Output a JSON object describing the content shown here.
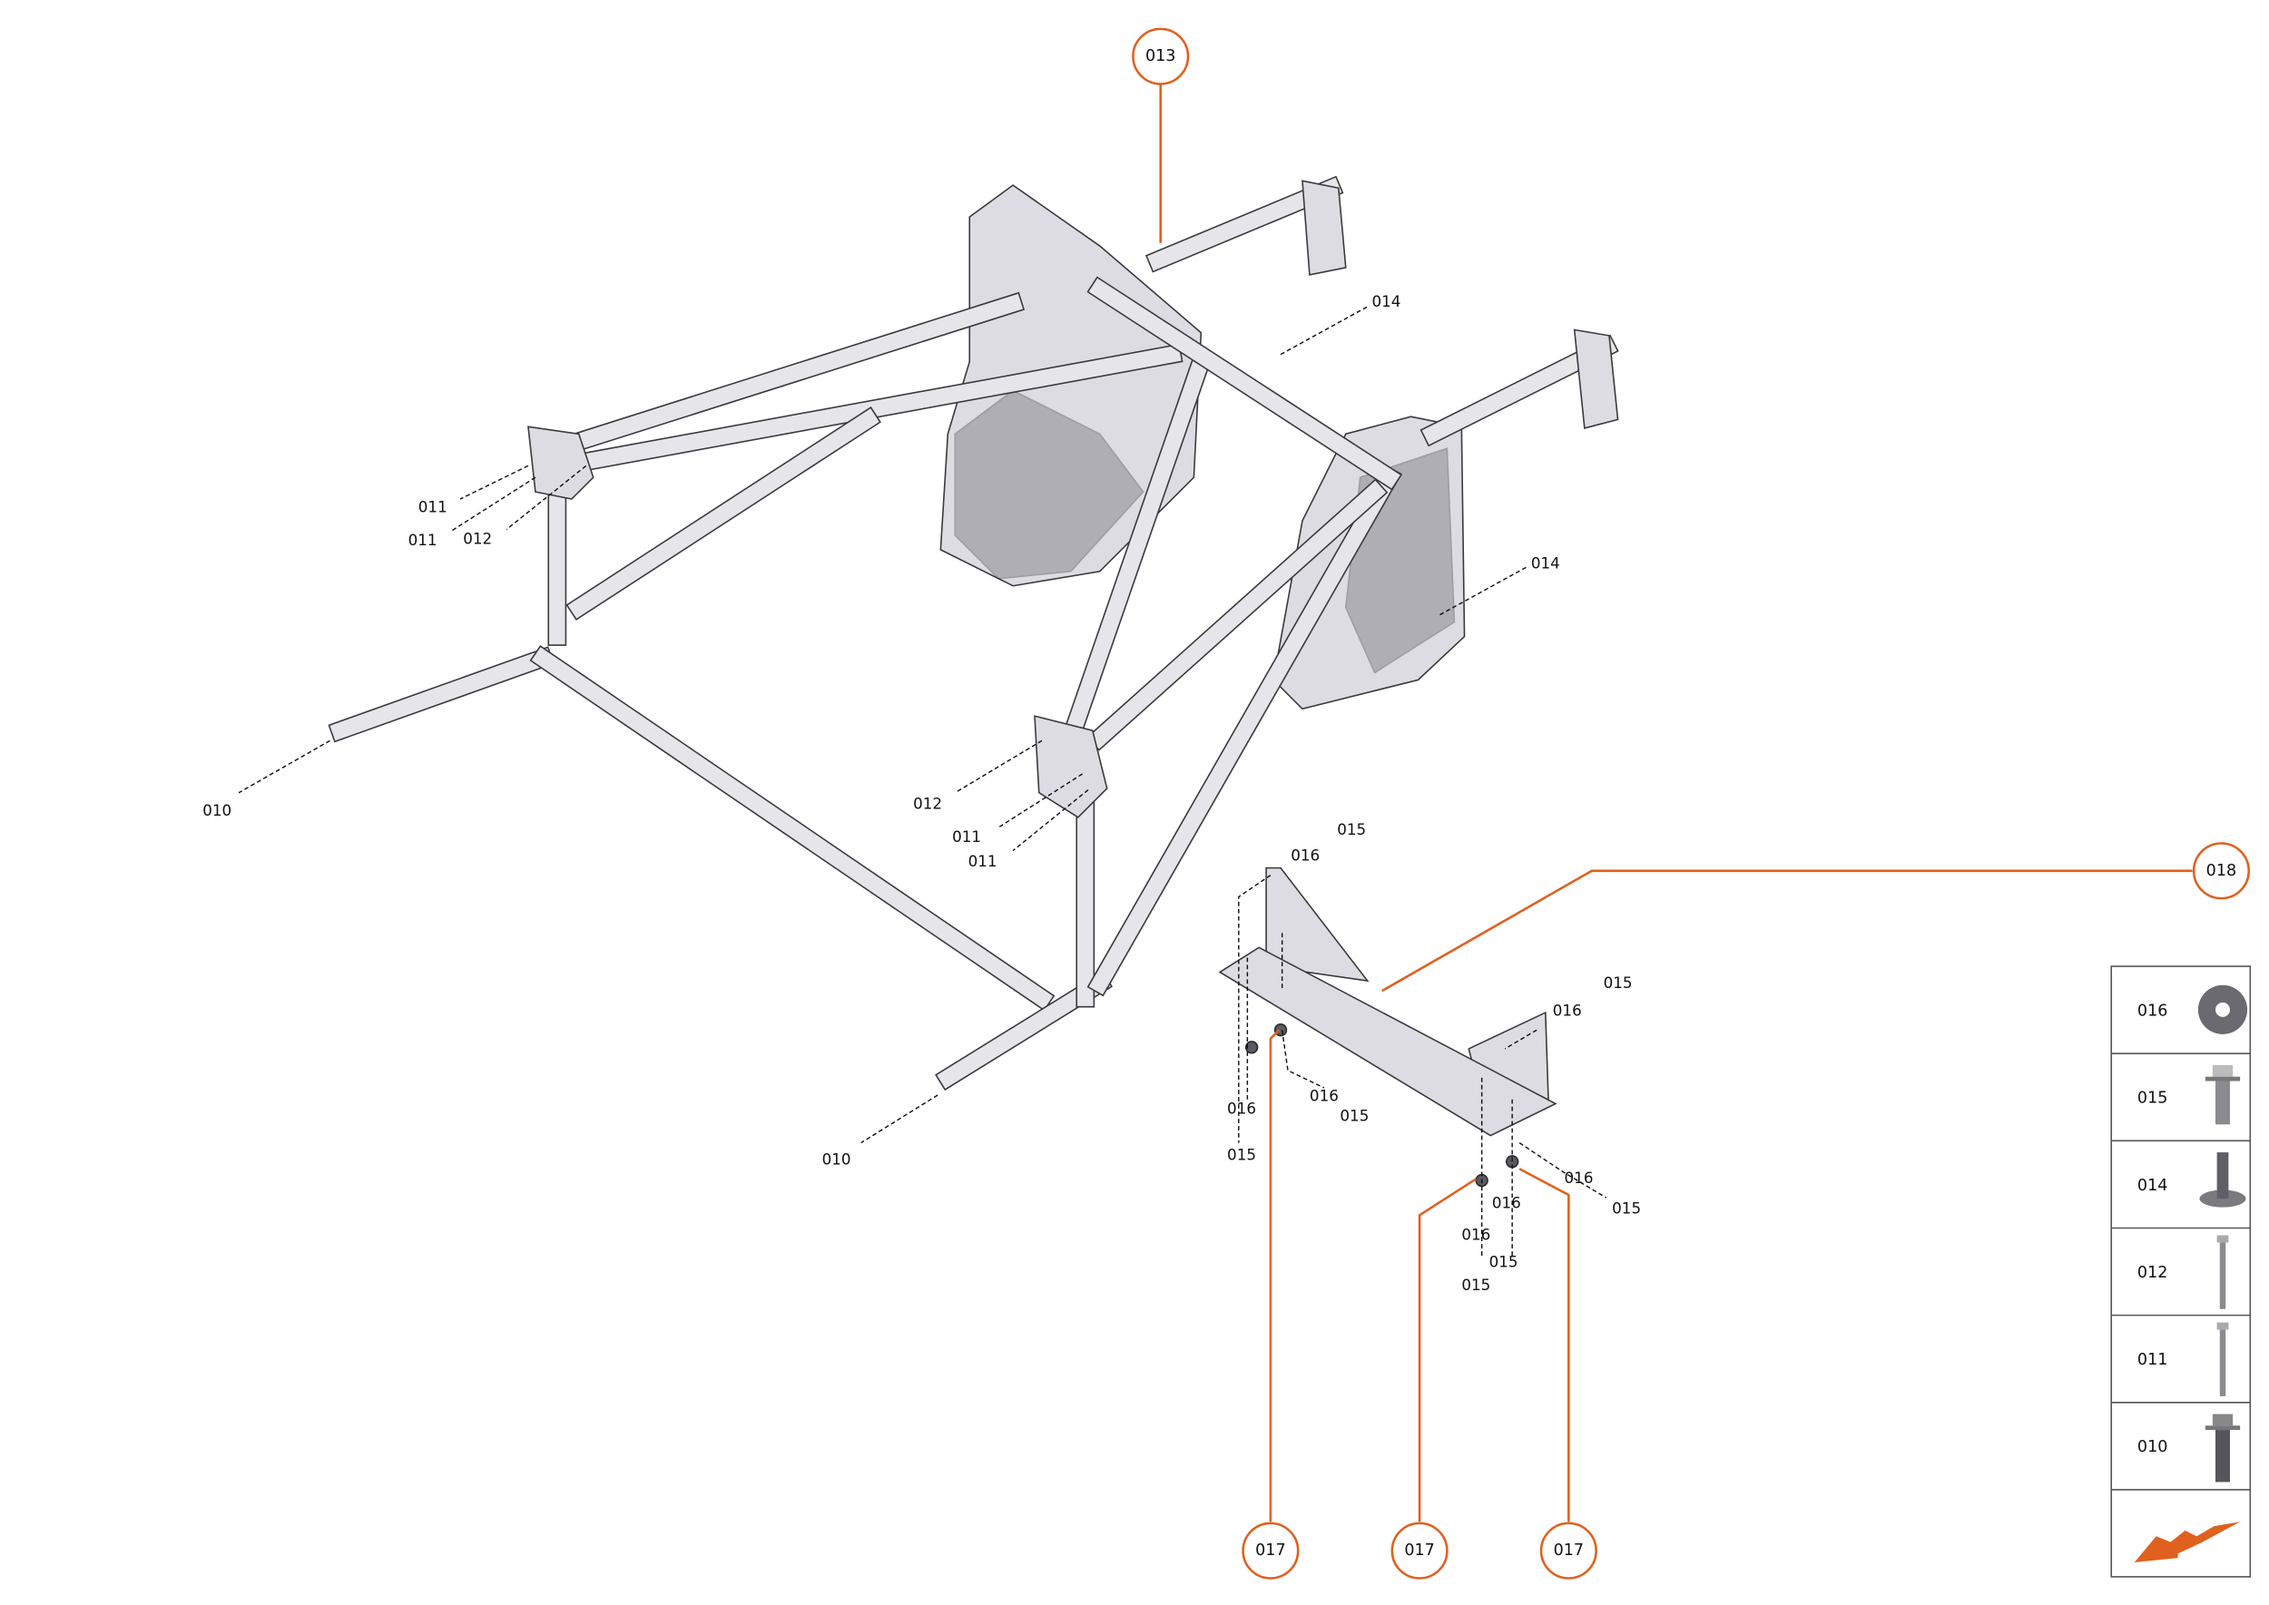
{
  "callouts": [
    {
      "id": "013"
    },
    {
      "id": "018"
    },
    {
      "id": "017"
    },
    {
      "id": "017"
    },
    {
      "id": "017"
    }
  ],
  "labels": [
    "014",
    "014",
    "011",
    "011",
    "012",
    "010",
    "012",
    "011",
    "011",
    "010",
    "015",
    "016",
    "015",
    "016",
    "016",
    "015",
    "016",
    "015",
    "016",
    "015",
    "016",
    "016",
    "015",
    "015"
  ],
  "legend": {
    "items": [
      {
        "code": "016",
        "icon": "washer-icon"
      },
      {
        "code": "015",
        "icon": "flange-bolt-icon"
      },
      {
        "code": "014",
        "icon": "stud-plate-icon"
      },
      {
        "code": "012",
        "icon": "long-bolt-icon"
      },
      {
        "code": "011",
        "icon": "long-bolt-icon"
      },
      {
        "code": "010",
        "icon": "flange-bolt-dark-icon"
      }
    ],
    "nav_icon": "orange-arrow-icon"
  },
  "colors": {
    "accent": "#e0601e",
    "metal": "#e6e6ea",
    "outline": "#3a3a3e"
  }
}
